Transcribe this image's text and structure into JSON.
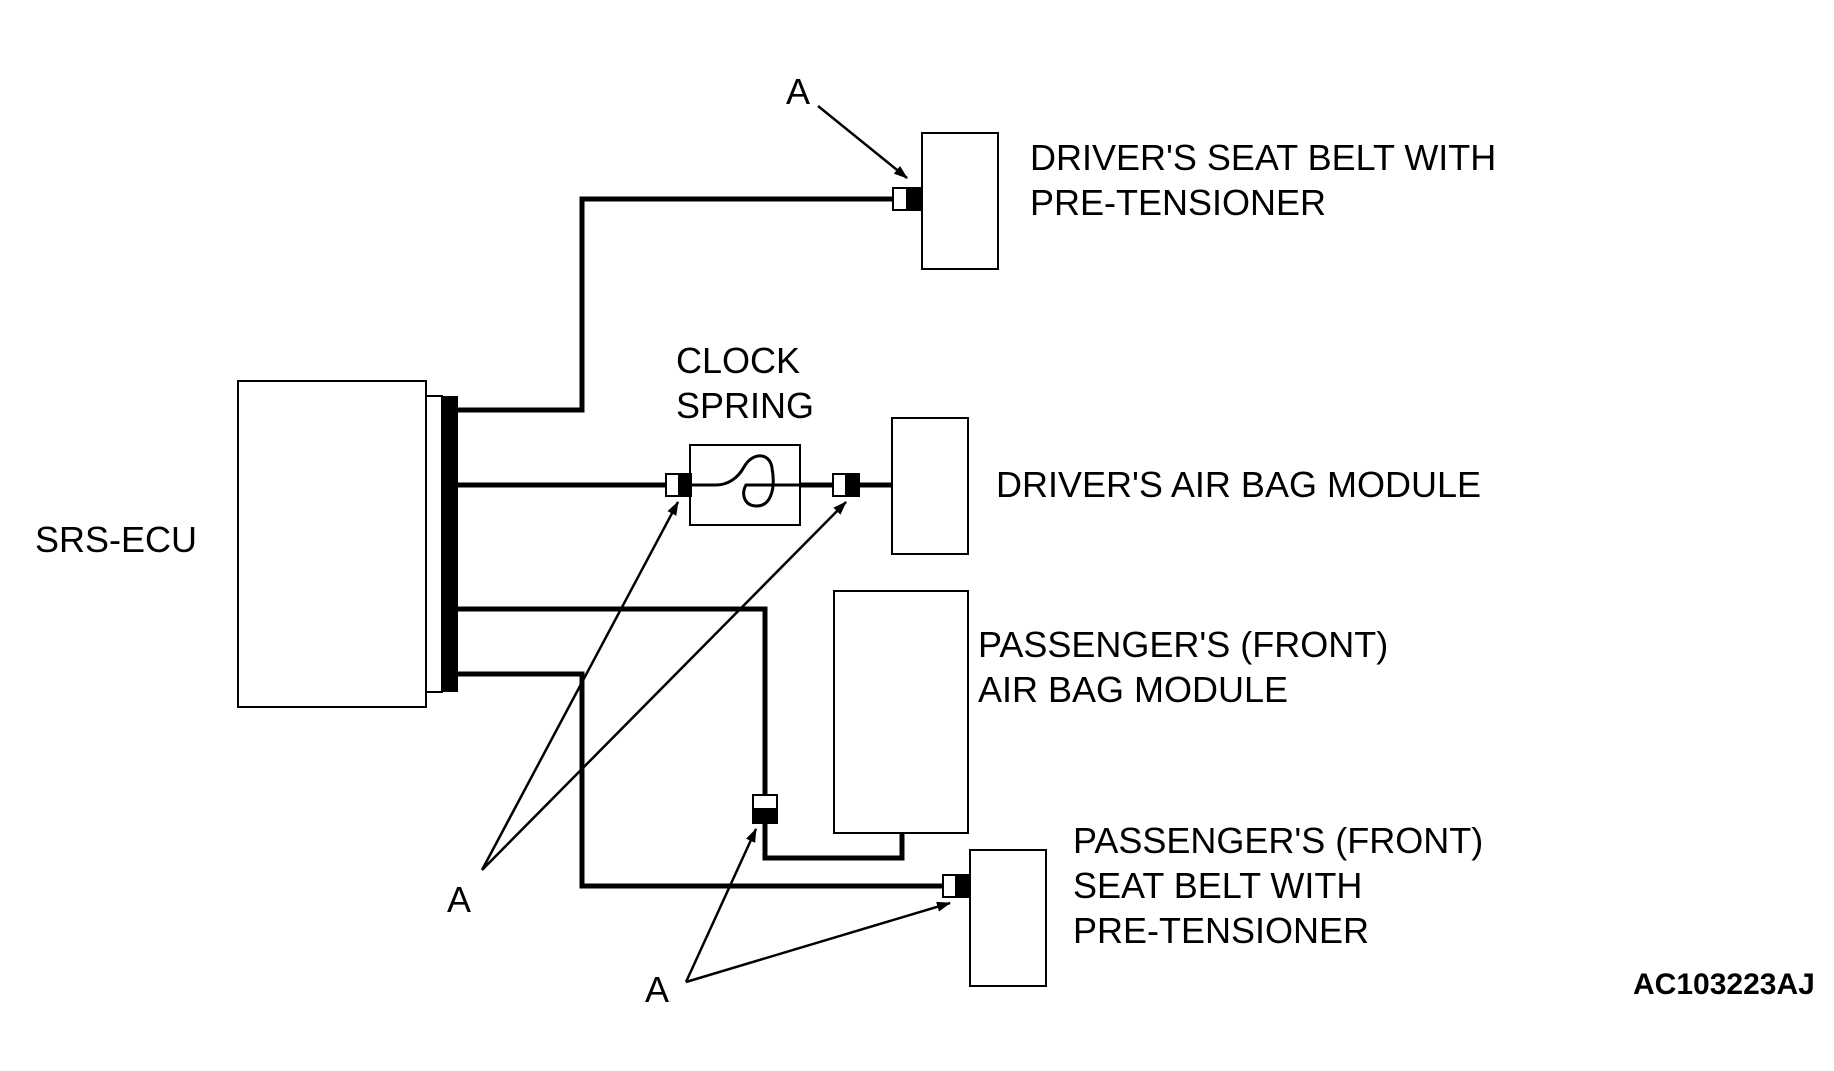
{
  "labels": {
    "srs_ecu": "SRS-ECU",
    "clock_spring": [
      "CLOCK",
      "SPRING"
    ],
    "drivers_seat_belt": [
      "DRIVER'S SEAT BELT WITH",
      "PRE-TENSIONER"
    ],
    "drivers_air_bag": "DRIVER'S AIR BAG MODULE",
    "passengers_air_bag": [
      "PASSENGER'S (FRONT)",
      "AIR BAG MODULE"
    ],
    "passengers_seat_belt": [
      "PASSENGER'S (FRONT)",
      "SEAT BELT WITH",
      "PRE-TENSIONER"
    ],
    "connector_callout": "A",
    "figure_code": "AC103223AJ"
  },
  "colors": {
    "line": "#000000",
    "background": "#ffffff"
  }
}
